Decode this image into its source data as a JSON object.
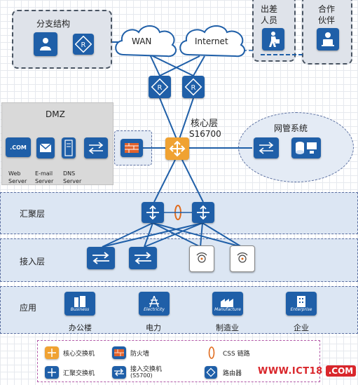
{
  "branch": {
    "title": "分支结构"
  },
  "clouds": {
    "wan": "WAN",
    "internet": "Internet"
  },
  "travel": {
    "title_line1": "出差",
    "title_line2": "人员"
  },
  "partner": {
    "title_line1": "合作",
    "title_line2": "伙伴"
  },
  "dmz": {
    "title": "DMZ",
    "servers": [
      {
        "line1": "Web",
        "line2": "Server"
      },
      {
        "line1": "E-mail",
        "line2": "Server"
      },
      {
        "line1": "DNS",
        "line2": "Server"
      }
    ],
    "com_label": ".COM"
  },
  "core": {
    "title": "核心层",
    "model": "S16700"
  },
  "nms": {
    "title": "网管系统"
  },
  "layers": {
    "aggregation": "汇聚层",
    "access": "接入层",
    "application": "应用"
  },
  "apps": [
    {
      "icon_text": "Business",
      "label": "办公楼"
    },
    {
      "icon_text": "Electricity",
      "label": "电力"
    },
    {
      "icon_text": "Manufacture",
      "label": "制造业"
    },
    {
      "icon_text": "Enterprise",
      "label": "企业"
    }
  ],
  "legend": {
    "core_switch": "核心交换机",
    "firewall": "防火墙",
    "css_link": "CSS 链路",
    "agg_switch": "汇聚交换机",
    "access_switch_line1": "接入交换机",
    "access_switch_line2": "(S5700)",
    "router": "路由器"
  },
  "watermark": {
    "text": "WWW.ICT18",
    "suffix": ".COM"
  },
  "colors": {
    "device_blue": "#1f5fa8",
    "core_orange": "#f0a232",
    "line_blue": "#1f5fa8",
    "watermark_red": "#d9262b"
  }
}
